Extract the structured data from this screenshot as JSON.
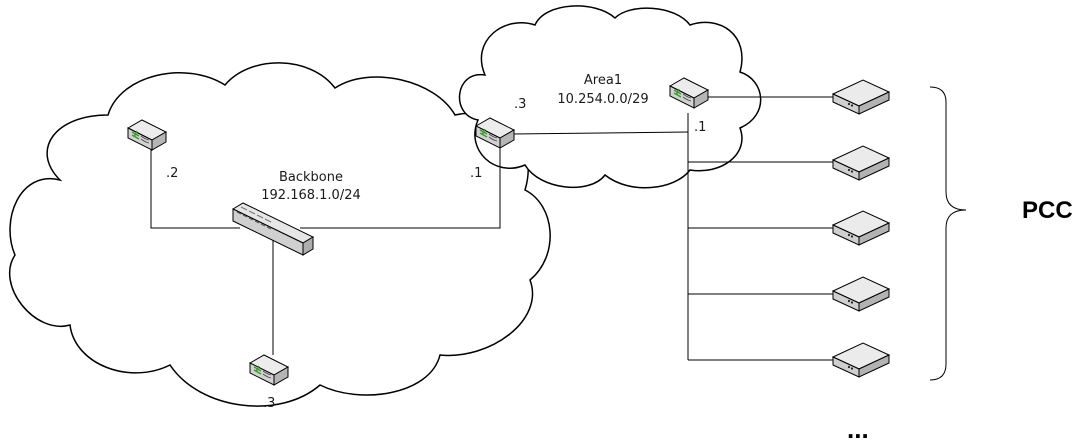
{
  "backbone": {
    "name": "Backbone",
    "subnet": "192.168.1.0/24",
    "router_left_label": ".2",
    "router_right_label": ".1",
    "router_bottom_label": ".3"
  },
  "area1": {
    "name": "Area1",
    "subnet": "10.254.0.0/29",
    "router_left_label": ".3",
    "router_right_label": ".1"
  },
  "pcc": {
    "label": "PCC",
    "more": "...",
    "device_count": 5
  },
  "colors": {
    "line": "#000000",
    "device_top": "#e6e6e6",
    "device_side": "#bdbdbd",
    "router_arrow": "#3a9a2a"
  },
  "icons": {
    "router": "router-icon",
    "switch": "switch-icon",
    "pcc_device": "pcc-device-icon"
  }
}
